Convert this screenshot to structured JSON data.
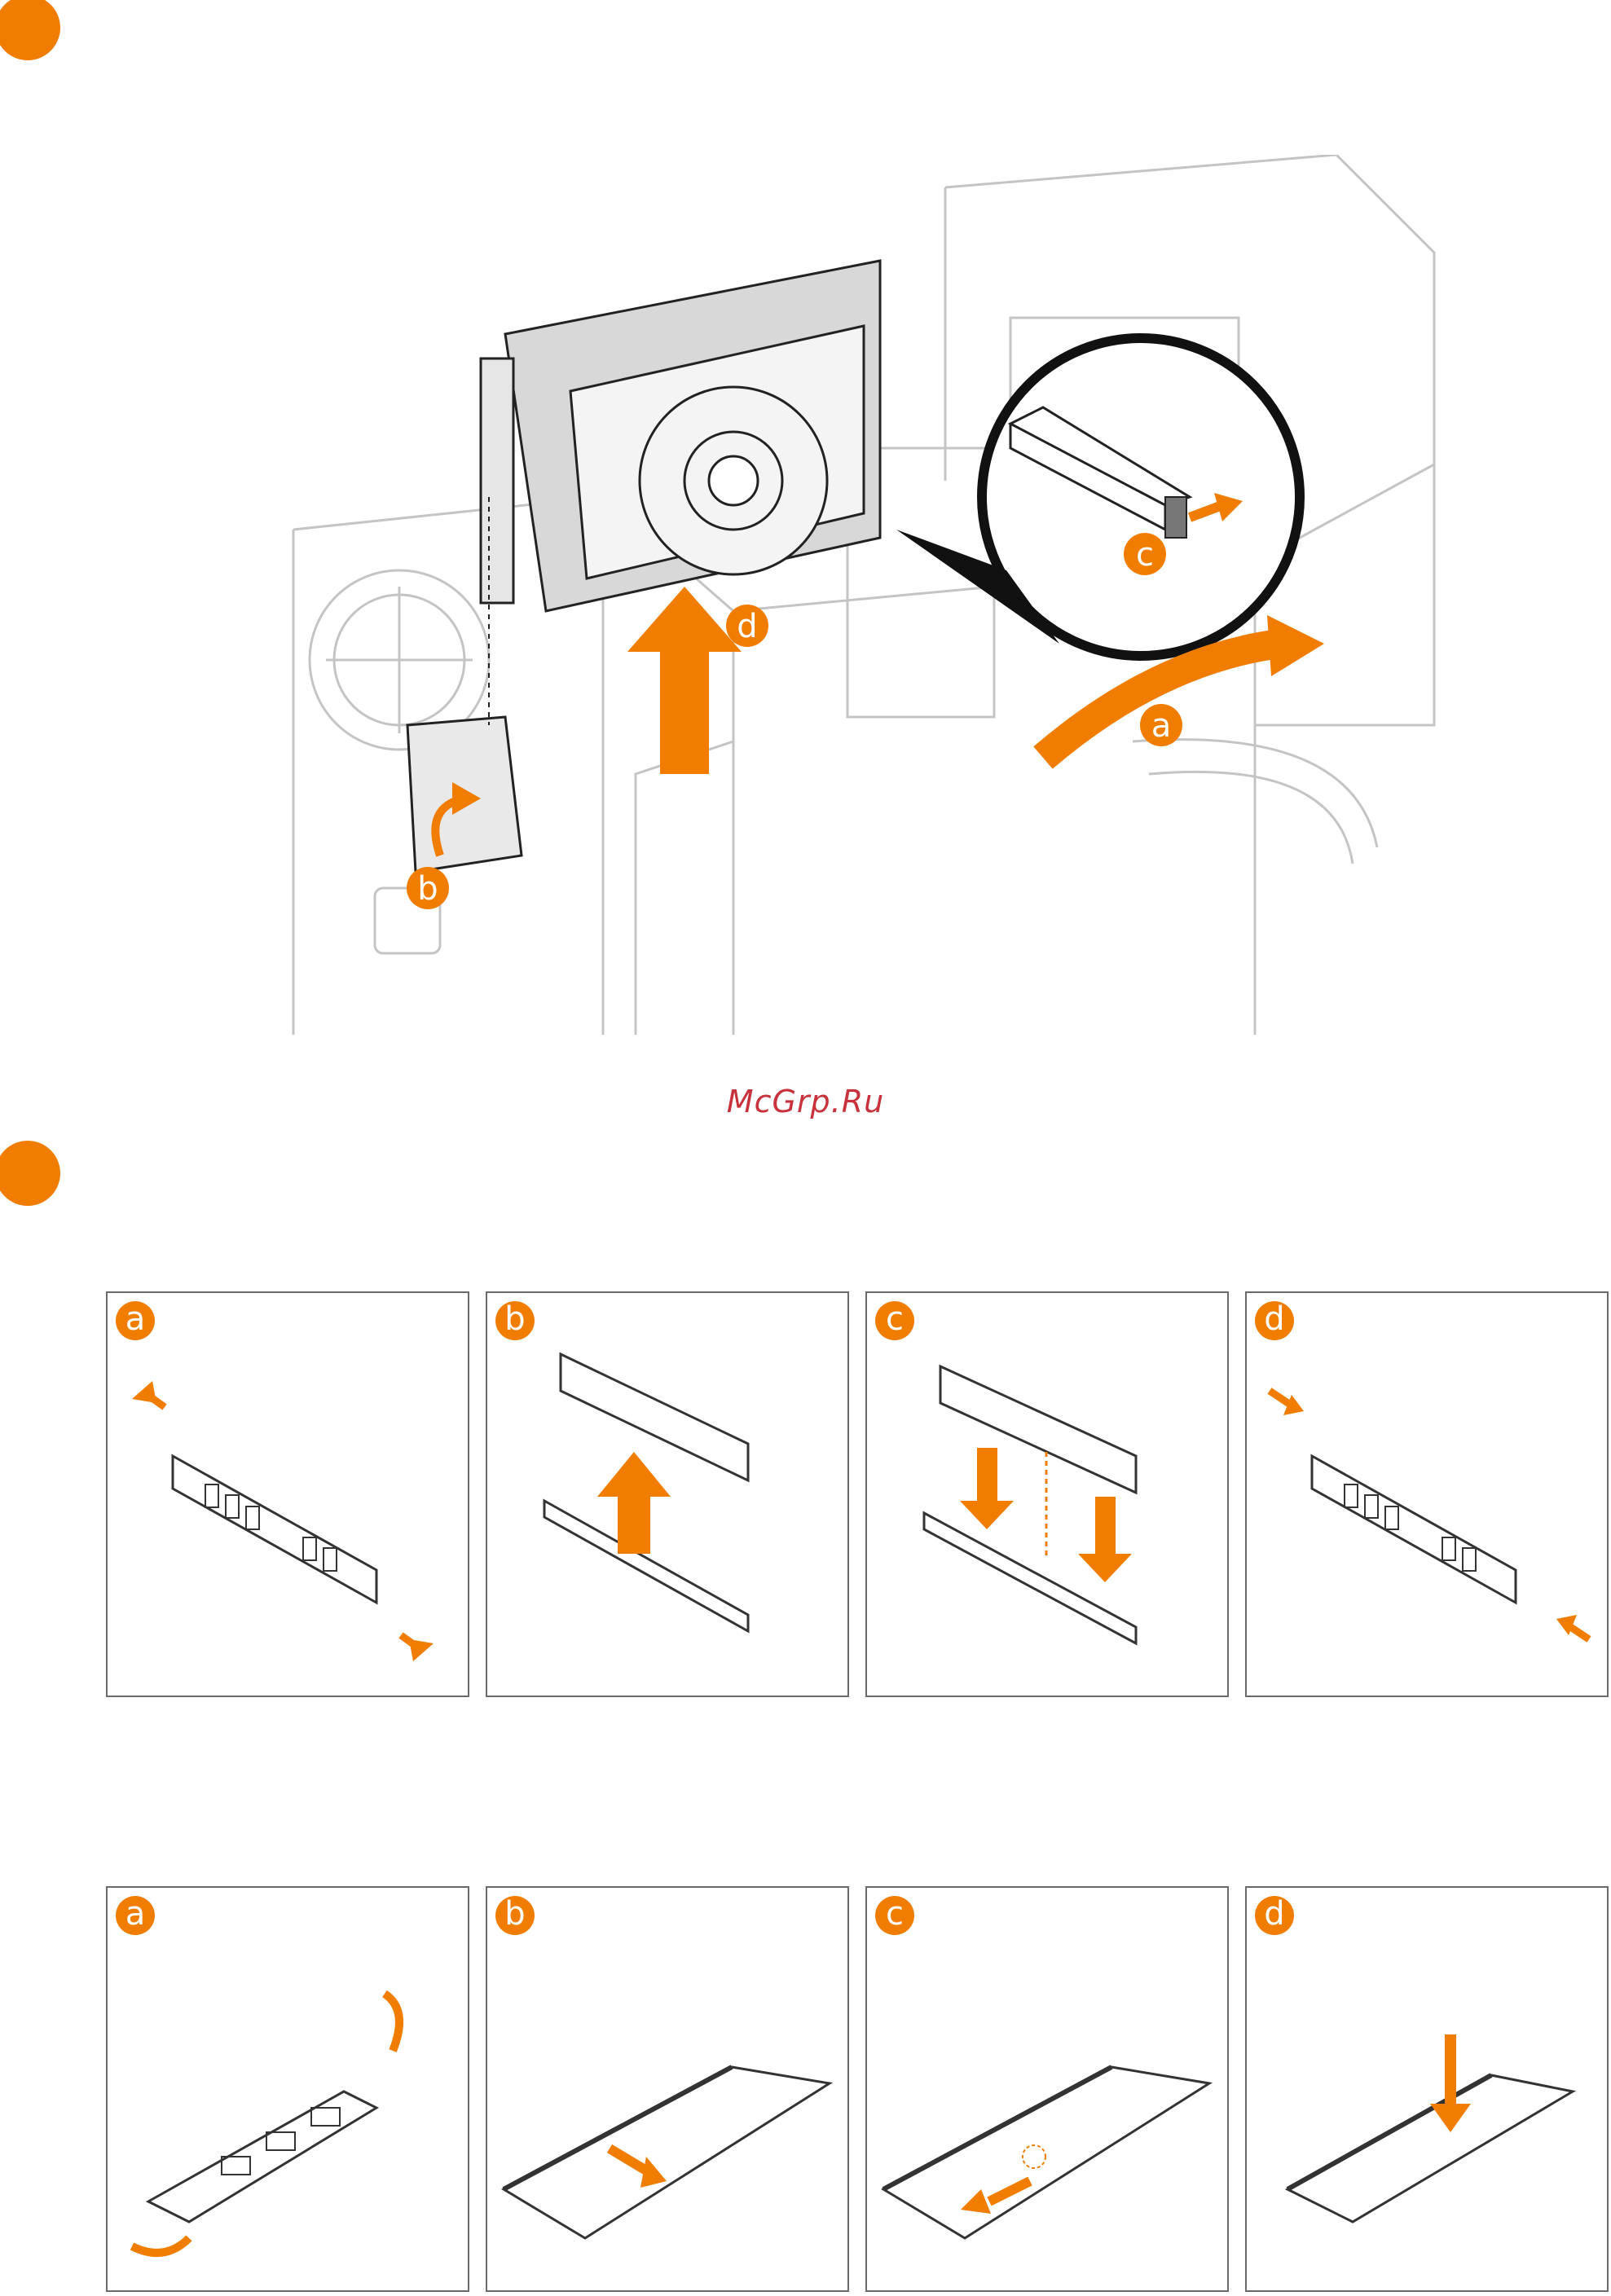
{
  "watermark": "McGrp.Ru",
  "colors": {
    "accent": "#f07d00",
    "line": "#6a6a6a",
    "light_line": "#bdbdbd",
    "watermark": "#c8323c"
  },
  "hero": {
    "callouts": [
      "a",
      "b",
      "c",
      "d"
    ]
  },
  "dimm_steps": [
    {
      "label": "a"
    },
    {
      "label": "b"
    },
    {
      "label": "c"
    },
    {
      "label": "d"
    }
  ],
  "sodimm_steps": [
    {
      "label": "a"
    },
    {
      "label": "b"
    },
    {
      "label": "c"
    },
    {
      "label": "d"
    }
  ]
}
